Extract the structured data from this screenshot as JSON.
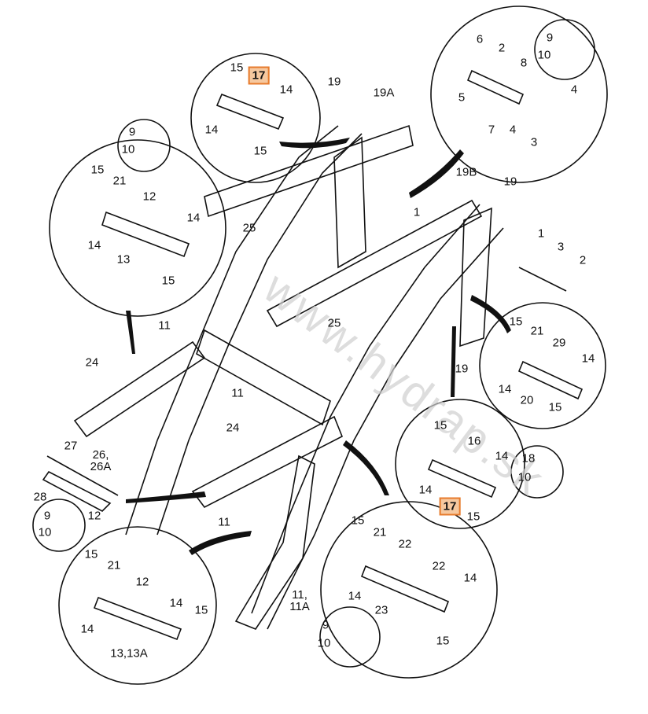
{
  "watermark": "www.hydrap.sk",
  "highlight_color": "#e77b2c",
  "labels": {
    "l1": "15",
    "l2": "17",
    "l3": "14",
    "l4": "14",
    "l5": "15",
    "l6": "19",
    "l7": "19A",
    "l8": "6",
    "l9": "2",
    "l10": "8",
    "l11": "5",
    "l12": "4",
    "l13": "7",
    "l14": "4",
    "l15": "3",
    "l16": "9",
    "l17": "10",
    "l18": "9",
    "l19": "10",
    "l20": "15",
    "l21": "21",
    "l22": "12",
    "l23": "14",
    "l24": "14",
    "l25": "13",
    "l26": "15",
    "l27": "25",
    "l28": "19B",
    "l29": "19",
    "l30": "1",
    "l31": "1",
    "l32": "3",
    "l33": "2",
    "l34": "25",
    "l35": "11",
    "l36": "24",
    "l37": "11",
    "l38": "15",
    "l39": "21",
    "l40": "29",
    "l41": "14",
    "l42": "14",
    "l43": "20",
    "l44": "15",
    "l45": "19",
    "l46": "24",
    "l47": "15",
    "l48": "16",
    "l49": "14",
    "l50": "14",
    "l51": "17",
    "l52": "15",
    "l53": "18",
    "l54": "10",
    "l55": "27",
    "l56": "26,\n26A",
    "l57": "28",
    "l58": "9",
    "l59": "10",
    "l60": "12",
    "l61": "11",
    "l62": "15",
    "l63": "21",
    "l64": "22",
    "l65": "14",
    "l66": "22",
    "l67": "23",
    "l68": "14",
    "l69": "15",
    "l70": "9",
    "l71": "10",
    "l72": "15",
    "l73": "21",
    "l74": "12",
    "l75": "14",
    "l76": "14",
    "l77": "15",
    "l78": "13,13A",
    "l79": "11,\n11A"
  }
}
